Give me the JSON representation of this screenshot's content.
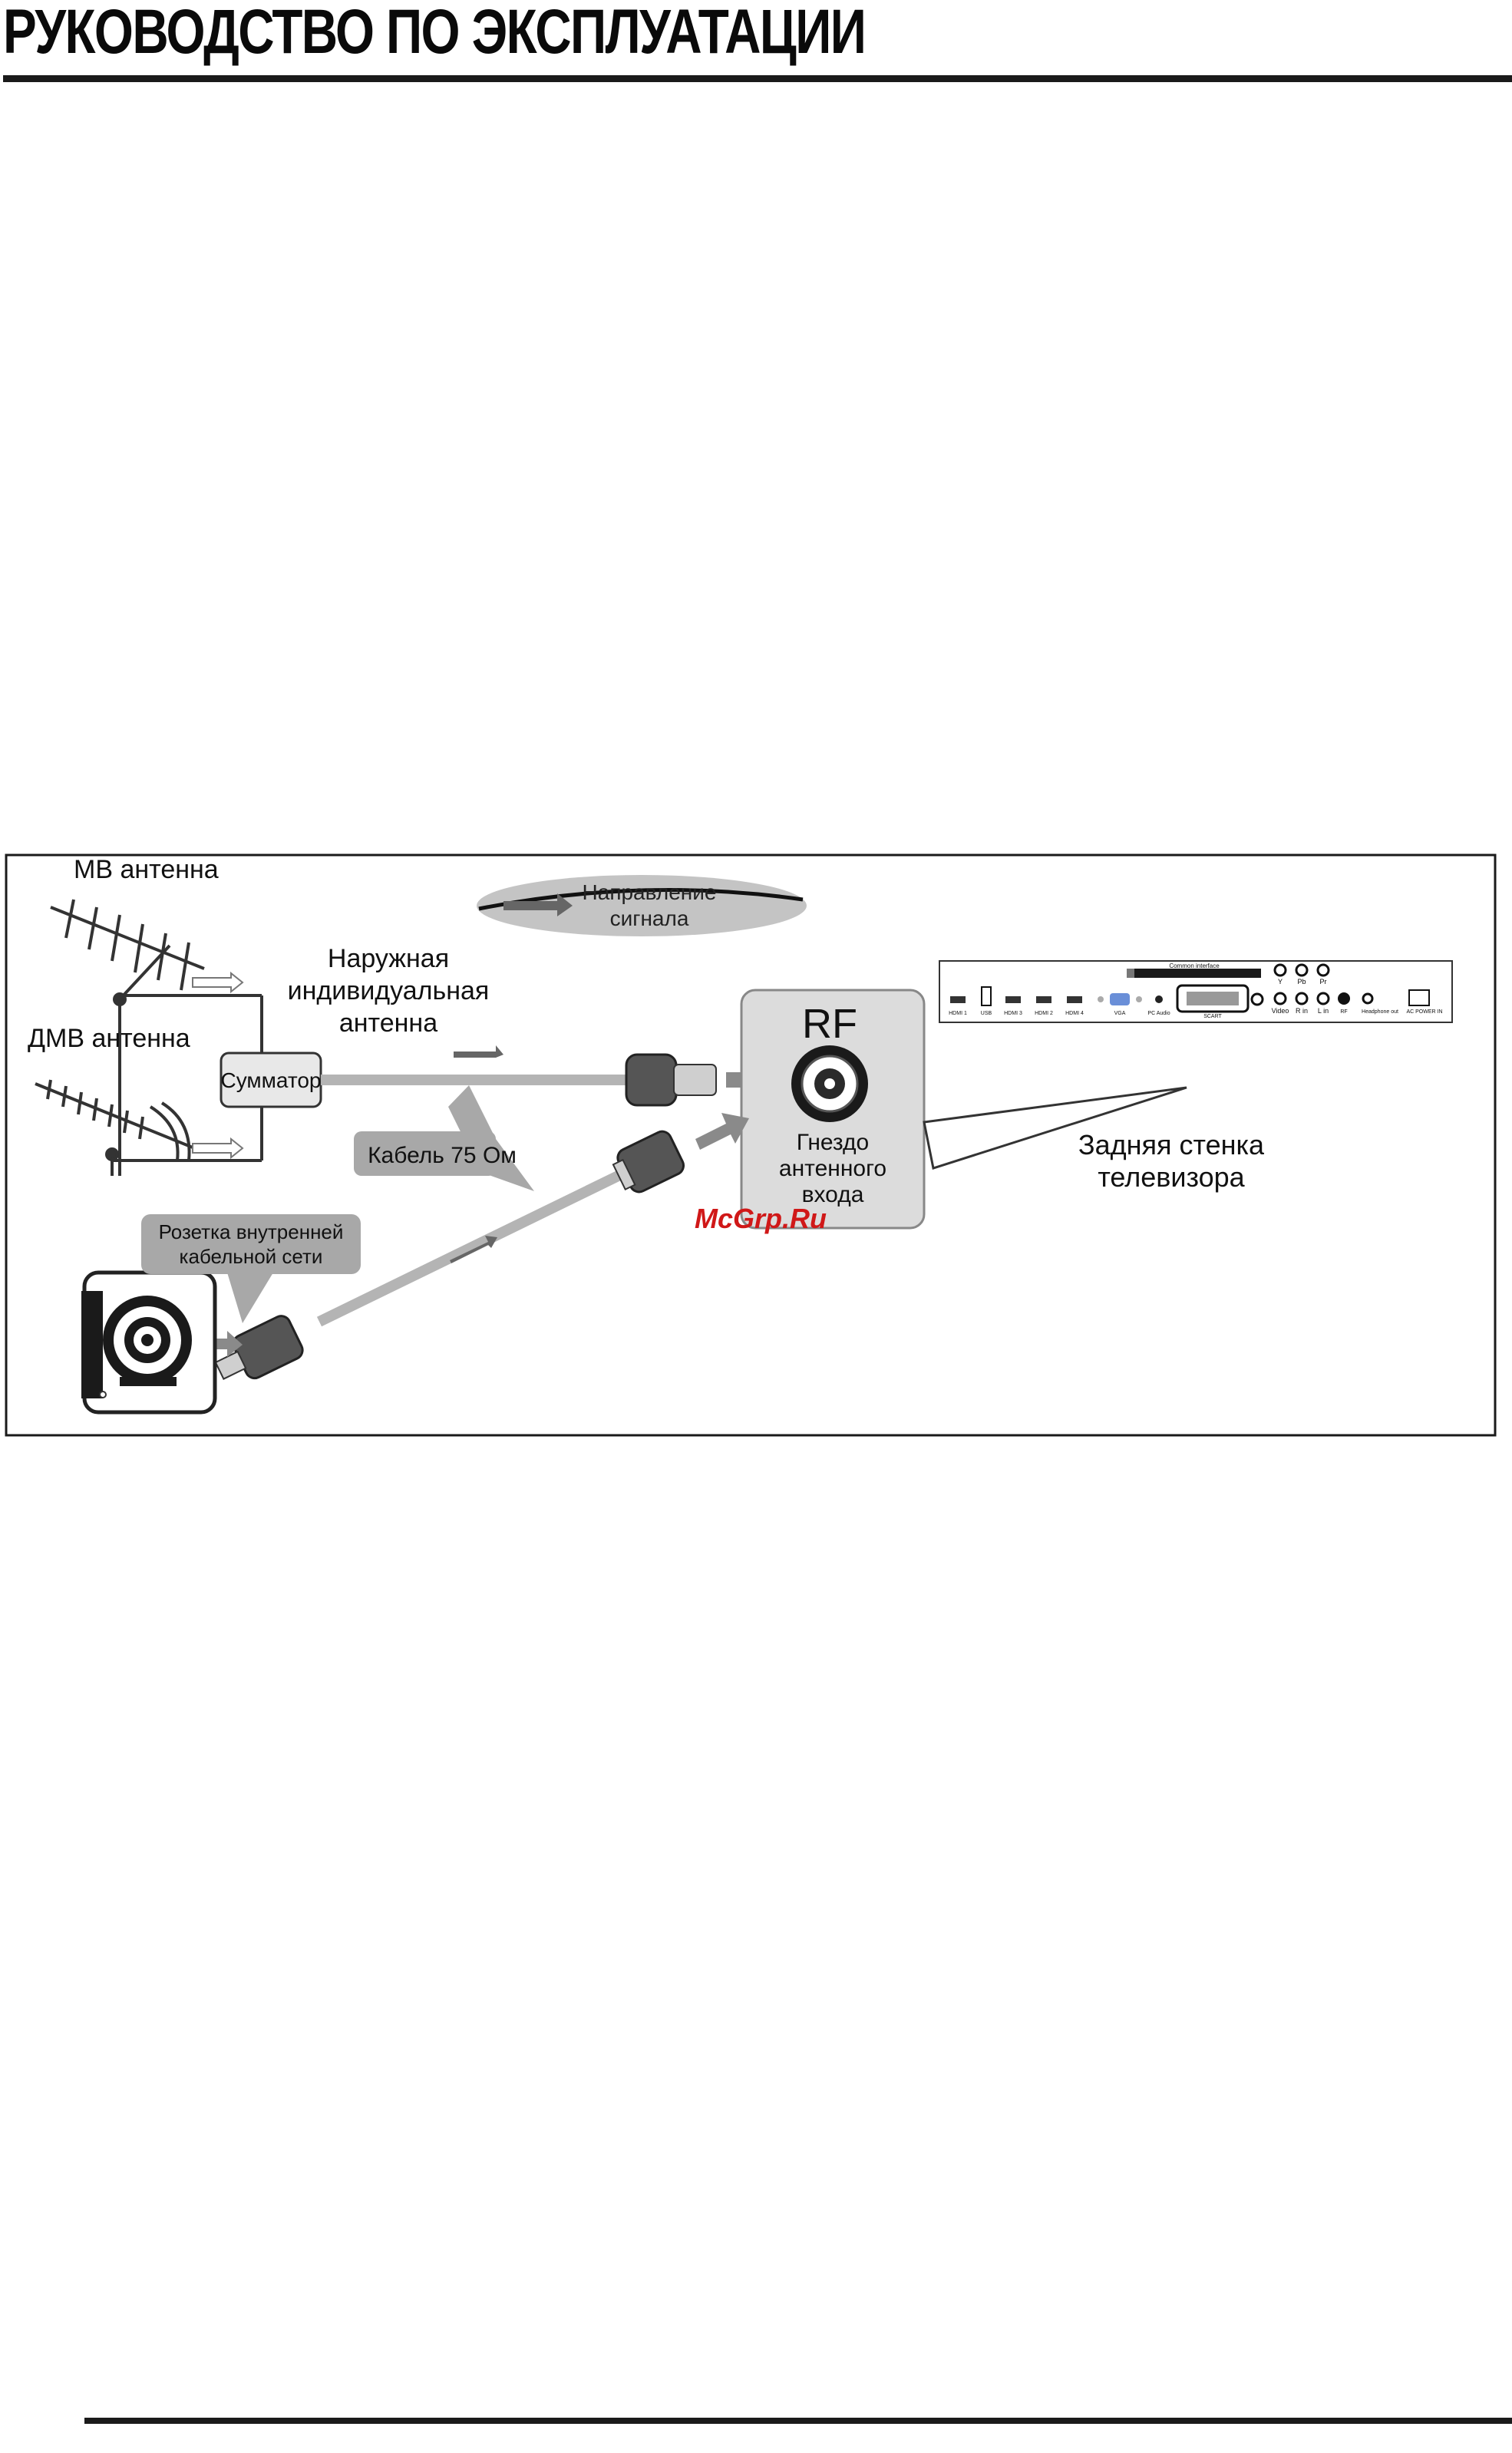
{
  "header": {
    "title": "РУКОВОДСТВО ПО ЭКСПЛУАТАЦИИ"
  },
  "diagram": {
    "mv_antenna": "МВ антенна",
    "dmv_antenna": "ДМВ антенна",
    "signal_direction_line1": "Направление",
    "signal_direction_line2": "сигнала",
    "outdoor_line1": "Наружная",
    "outdoor_line2": "индивидуальная",
    "outdoor_line3": "антенна",
    "combiner": "Сумматор",
    "cable": "Кабель 75 Ом",
    "rf": "RF",
    "socket_line1": "Гнездо",
    "socket_line2": "антенного",
    "socket_line3": "входа",
    "back_panel_line1": "Задняя стенка",
    "back_panel_line2": "телевизора",
    "outlet_line1": "Розетка внутренней",
    "outlet_line2": "кабельной сети",
    "watermark": "McGrp.Ru",
    "tv_panel": {
      "common_interface": "Common interface",
      "ports": [
        "HDMI 1",
        "USB",
        "HDMI 3",
        "HDMI 2",
        "HDMI 4",
        "VGA",
        "PC Audio",
        "SCART",
        "Video",
        "R in",
        "L in",
        "RF",
        "Headphone out",
        "AC POWER IN"
      ],
      "component": [
        "Y",
        "Pb",
        "Pr"
      ]
    }
  },
  "colors": {
    "rule": "#1a1a1a",
    "watermark": "#d01818",
    "label_bg": "#a8a8a8",
    "cable": "#b4b4b4"
  }
}
